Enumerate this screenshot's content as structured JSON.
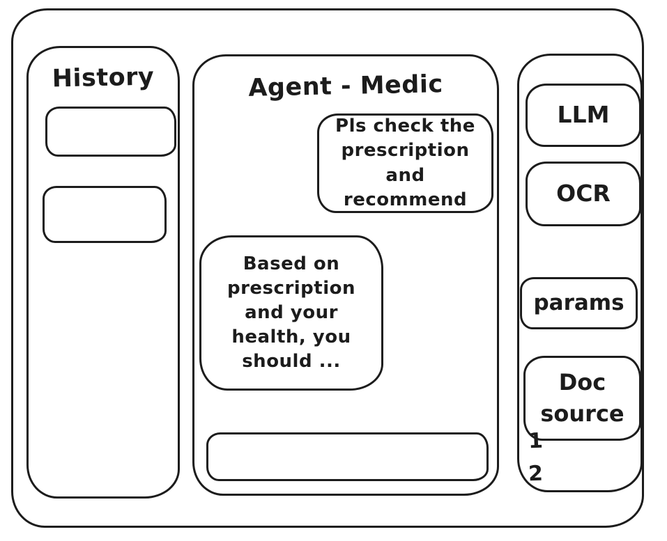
{
  "colors": {
    "ink": "#1c1c1c",
    "background": "#ffffff"
  },
  "history_panel": {
    "title": "History",
    "items": [
      {
        "label": ""
      },
      {
        "label": ""
      }
    ]
  },
  "chat_panel": {
    "title": "Agent - Medic",
    "messages": [
      {
        "role": "user",
        "text": "Pls check the prescription and recommend"
      },
      {
        "role": "assistant",
        "text": "Based on prescription and your health, you should ..."
      }
    ],
    "input": {
      "value": ""
    }
  },
  "tools_panel": {
    "buttons": [
      {
        "id": "llm",
        "label": "LLM"
      },
      {
        "id": "ocr",
        "label": "OCR"
      },
      {
        "id": "params",
        "label": "params"
      },
      {
        "id": "doc_source",
        "label": "Doc source"
      }
    ],
    "doc_sources": [
      "1",
      "2"
    ]
  }
}
